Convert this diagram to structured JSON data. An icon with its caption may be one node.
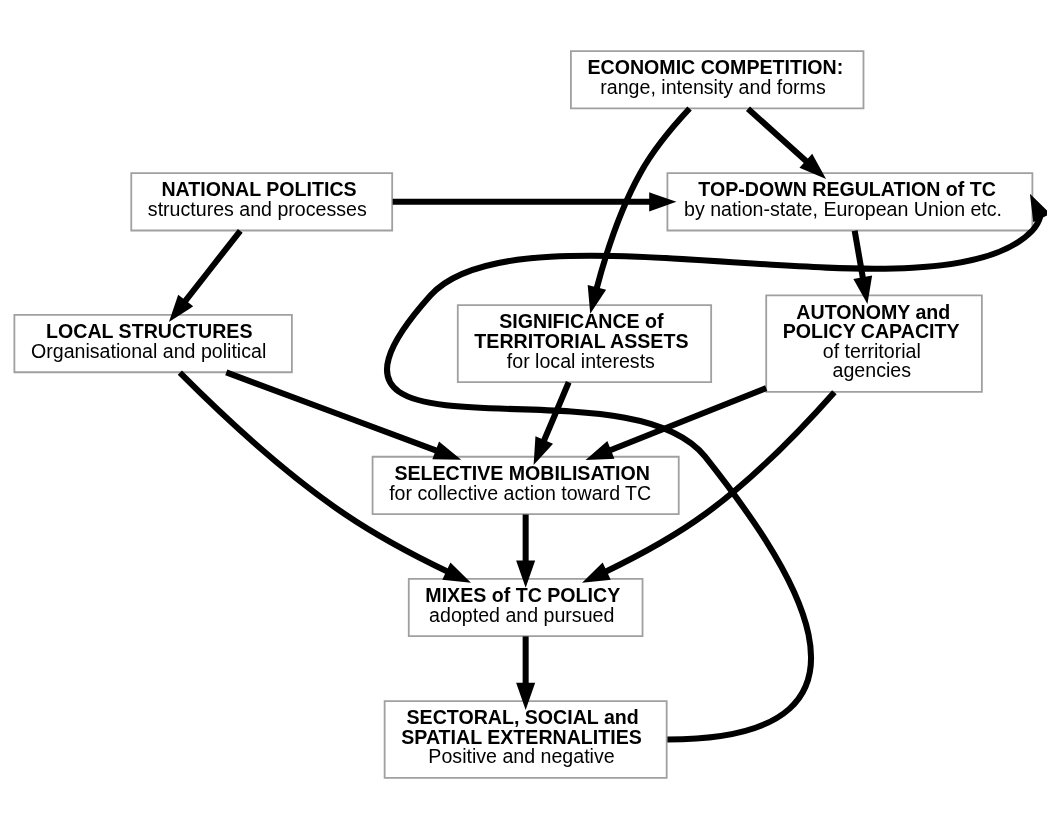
{
  "diagram": {
    "nodes": [
      {
        "text": [
          "ECONOMIC COMPETITION:",
          "range, intensity and forms"
        ]
      },
      {
        "text": [
          "NATIONAL POLITICS",
          "structures and processes"
        ]
      },
      {
        "text": [
          "TOP-DOWN REGULATION of TC",
          "by nation-state, European Union etc."
        ]
      },
      {
        "text": [
          "LOCAL STRUCTURES",
          "Organisational and political"
        ]
      },
      {
        "text": [
          "SIGNIFICANCE of TERRITORIAL ASSETS",
          "for local interests"
        ]
      },
      {
        "text": [
          "AUTONOMY and POLICY CAPACITY",
          "of territorial agencies"
        ]
      },
      {
        "text": [
          "SELECTIVE MOBILISATION",
          "for collective action toward TC"
        ]
      },
      {
        "text": [
          "MIXES of TC POLICY",
          "adopted and pursued"
        ]
      },
      {
        "text": [
          "SECTORAL, SOCIAL and SPATIAL EXTERNALITIES",
          "Positive and negative"
        ]
      }
    ],
    "edges": [
      {
        "from": 0,
        "to": 2,
        "arrow": "to"
      },
      {
        "from": 0,
        "to": 4,
        "arrow": "to"
      },
      {
        "from": 1,
        "to": 2,
        "arrow": "to"
      },
      {
        "from": 1,
        "to": 3,
        "arrow": "to"
      },
      {
        "from": 2,
        "to": 5,
        "arrow": "to"
      },
      {
        "from": 3,
        "to": 6,
        "arrow": "to"
      },
      {
        "from": 3,
        "to": 7,
        "arrow": "to"
      },
      {
        "from": 4,
        "to": 6,
        "arrow": "to"
      },
      {
        "from": 5,
        "to": 6,
        "arrow": "to"
      },
      {
        "from": 5,
        "to": 7,
        "arrow": "to"
      },
      {
        "from": 6,
        "to": 7,
        "arrow": "to"
      },
      {
        "from": 7,
        "to": 8,
        "arrow": "to"
      },
      {
        "from": 8,
        "to": 2,
        "arrow": "to"
      }
    ]
  }
}
